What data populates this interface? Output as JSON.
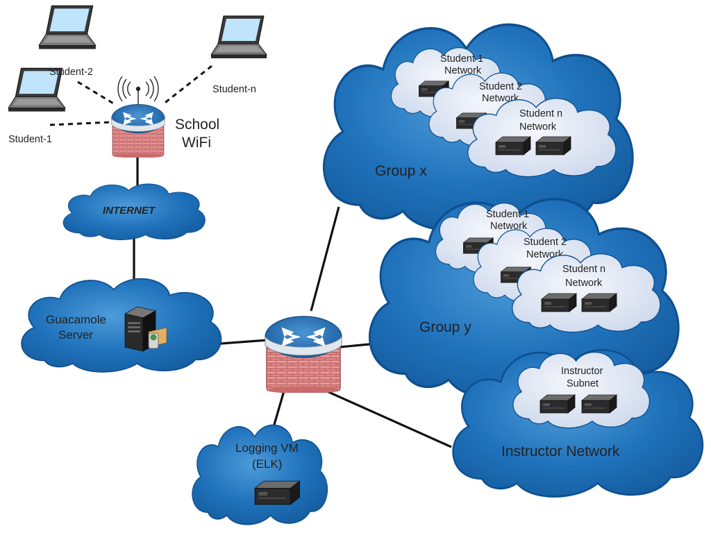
{
  "devices": {
    "student_1": "Student-1",
    "student_2": "Student-2",
    "student_n": "Student-n",
    "school_wifi_line1": "School",
    "school_wifi_line2": "WiFi",
    "internet": "INTERNET",
    "guacamole_line1": "Guacamole",
    "guacamole_line2": "Server",
    "logging_line1": "Logging VM",
    "logging_line2": "(ELK)"
  },
  "groups": [
    {
      "label": "Group x",
      "networks": [
        {
          "line1": "Student 1",
          "line2": "Network"
        },
        {
          "line1": "Student 2",
          "line2": "Network"
        },
        {
          "line1": "Student n",
          "line2": "Network"
        }
      ]
    },
    {
      "label": "Group y",
      "networks": [
        {
          "line1": "Student 1",
          "line2": "Network"
        },
        {
          "line1": "Student 2",
          "line2": "Network"
        },
        {
          "line1": "Student n",
          "line2": "Network"
        }
      ]
    }
  ],
  "instructor": {
    "label": "Instructor Network",
    "subnet_line1": "Instructor",
    "subnet_line2": "Subnet"
  },
  "colors": {
    "cloud_blue": "#1a6fb8",
    "cloud_light": "#dde5f3",
    "router_blue": "#1f67a8",
    "firewall_brick": "#e48a8a"
  }
}
